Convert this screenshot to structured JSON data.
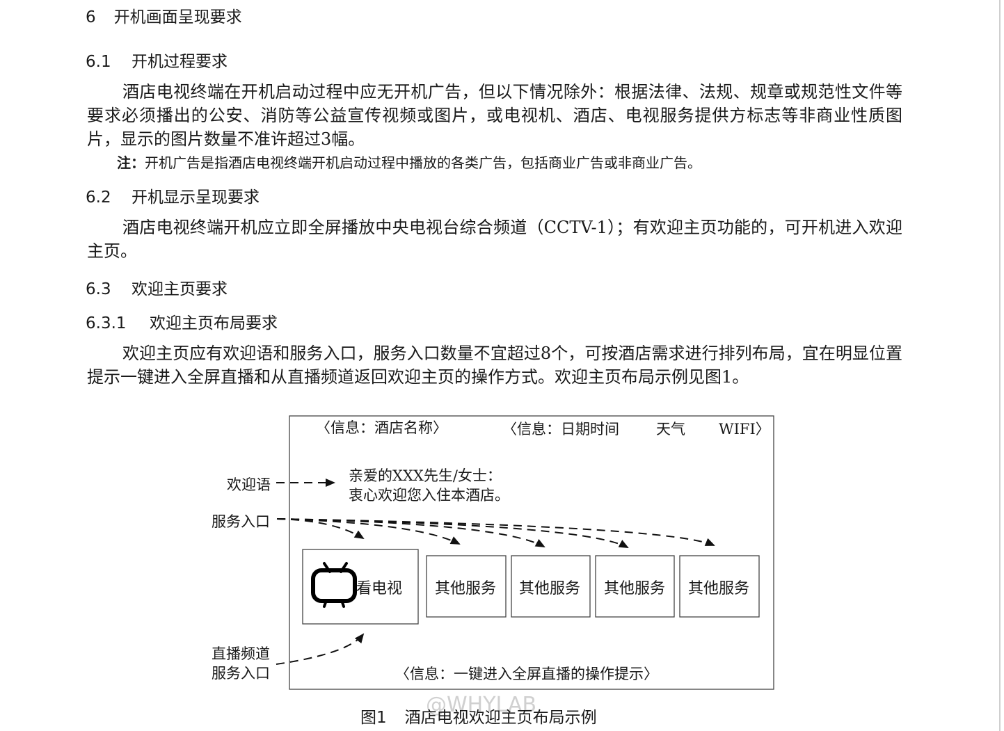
{
  "sections": {
    "s6": {
      "num": "6",
      "title": "开机画面呈现要求"
    },
    "s6_1": {
      "num": "6.1",
      "title": "开机过程要求"
    },
    "s6_2": {
      "num": "6.2",
      "title": "开机显示呈现要求"
    },
    "s6_3": {
      "num": "6.3",
      "title": "欢迎主页要求"
    },
    "s6_3_1": {
      "num": "6.3.1",
      "title": "欢迎主页布局要求"
    }
  },
  "paragraphs": {
    "p6_1": "酒店电视终端在开机启动过程中应无开机广告，但以下情况除外：根据法律、法规、规章或规范性文件等要求必须播出的公安、消防等公益宣传视频或图片，或电视机、酒店、电视服务提供方标志等非商业性质图片，显示的图片数量不准许超过3幅。",
    "note_label": "注：",
    "note_text": "开机广告是指酒店电视终端开机启动过程中播放的各类广告，包括商业广告或非商业广告。",
    "p6_2": "酒店电视终端开机应立即全屏播放中央电视台综合频道（CCTV-1）；有欢迎主页功能的，可开机进入欢迎主页。",
    "p6_3_1": "欢迎主页应有欢迎语和服务入口，服务入口数量不宜超过8个，可按酒店需求进行排列布局，宜在明显位置提示一键进入全屏直播和从直播频道返回欢迎主页的操作方式。欢迎主页布局示例见图1。"
  },
  "figure": {
    "info_hotel": "〈信息：酒店名称〉",
    "info_datetime": "〈信息：日期时间",
    "info_weather": "天气",
    "info_wifi": "WIFI〉",
    "greeting_line1": "亲爱的XXX先生/女士：",
    "greeting_line2": "衷心欢迎您入住本酒店。",
    "callout_greeting": "欢迎语",
    "callout_service": "服务入口",
    "callout_live_line1": "直播频道",
    "callout_live_line2": "服务入口",
    "watch_tv": "看电视",
    "services": [
      "其他服务",
      "其他服务",
      "其他服务",
      "其他服务"
    ],
    "bottom_hint": "〈信息：一键进入全屏直播的操作提示〉",
    "caption_num": "图1",
    "caption_title": "酒店电视欢迎主页布局示例",
    "icon": "tv-icon"
  },
  "watermark": "@WHYLAB"
}
